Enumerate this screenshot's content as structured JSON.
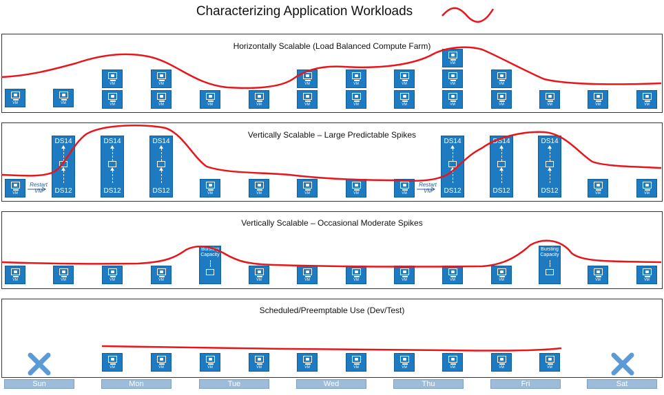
{
  "title": "Characterizing Application Workloads",
  "vm_label": "VM",
  "legend": {
    "color": "#e8151b"
  },
  "panels": [
    {
      "title": "Horizontally Scalable (Load Balanced Compute Farm)"
    },
    {
      "title": "Vertically Scalable – Large Predictable Spikes"
    },
    {
      "title": "Vertically Scalable – Occasional Moderate Spikes"
    },
    {
      "title": "Scheduled/Preemptable Use (Dev/Test)"
    }
  ],
  "scale_up": {
    "large": "DS14",
    "small": "DS12",
    "restart": "Restart VM"
  },
  "bursting": "Bursting Capacity",
  "days": [
    "Sun",
    "Mon",
    "Tue",
    "Wed",
    "Thu",
    "Fri",
    "Sat"
  ],
  "workload": {
    "horizontal_vm_count": [
      1,
      1,
      2,
      2,
      1,
      1,
      2,
      2,
      2,
      3,
      2,
      1,
      1,
      1
    ],
    "vertical_large_sizes": [
      "DS12",
      "DS14",
      "DS14",
      "DS14",
      "DS12",
      "DS12",
      "DS12",
      "DS12",
      "DS12",
      "DS14",
      "DS14",
      "DS14",
      "DS12",
      "DS12"
    ],
    "restart_slots": [
      0,
      8
    ],
    "bursting_slots": [
      4,
      11
    ],
    "scheduled_active": [
      false,
      false,
      true,
      true,
      true,
      true,
      true,
      true,
      true,
      true,
      true,
      true,
      false,
      false
    ]
  }
}
